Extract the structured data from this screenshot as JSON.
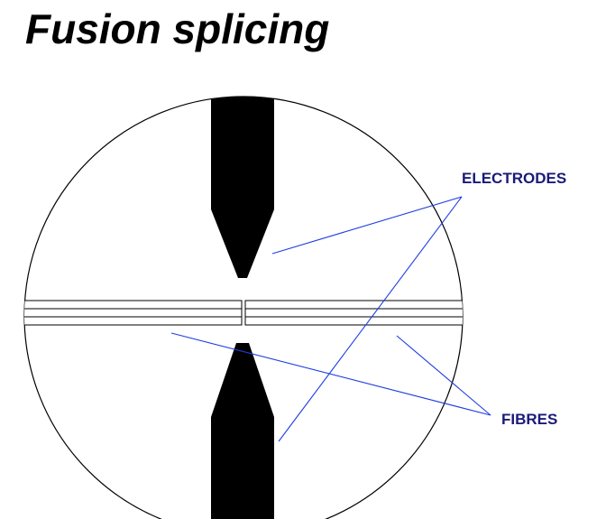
{
  "title": "Fusion splicing",
  "labels": {
    "electrodes": "ELECTRODES",
    "fibres": "FIBRES"
  },
  "colors": {
    "title": "#000000",
    "label_text": "#1a1a7a",
    "pointer_line": "#1f3fe0",
    "electrode_fill": "#000000",
    "outline": "#000000"
  }
}
